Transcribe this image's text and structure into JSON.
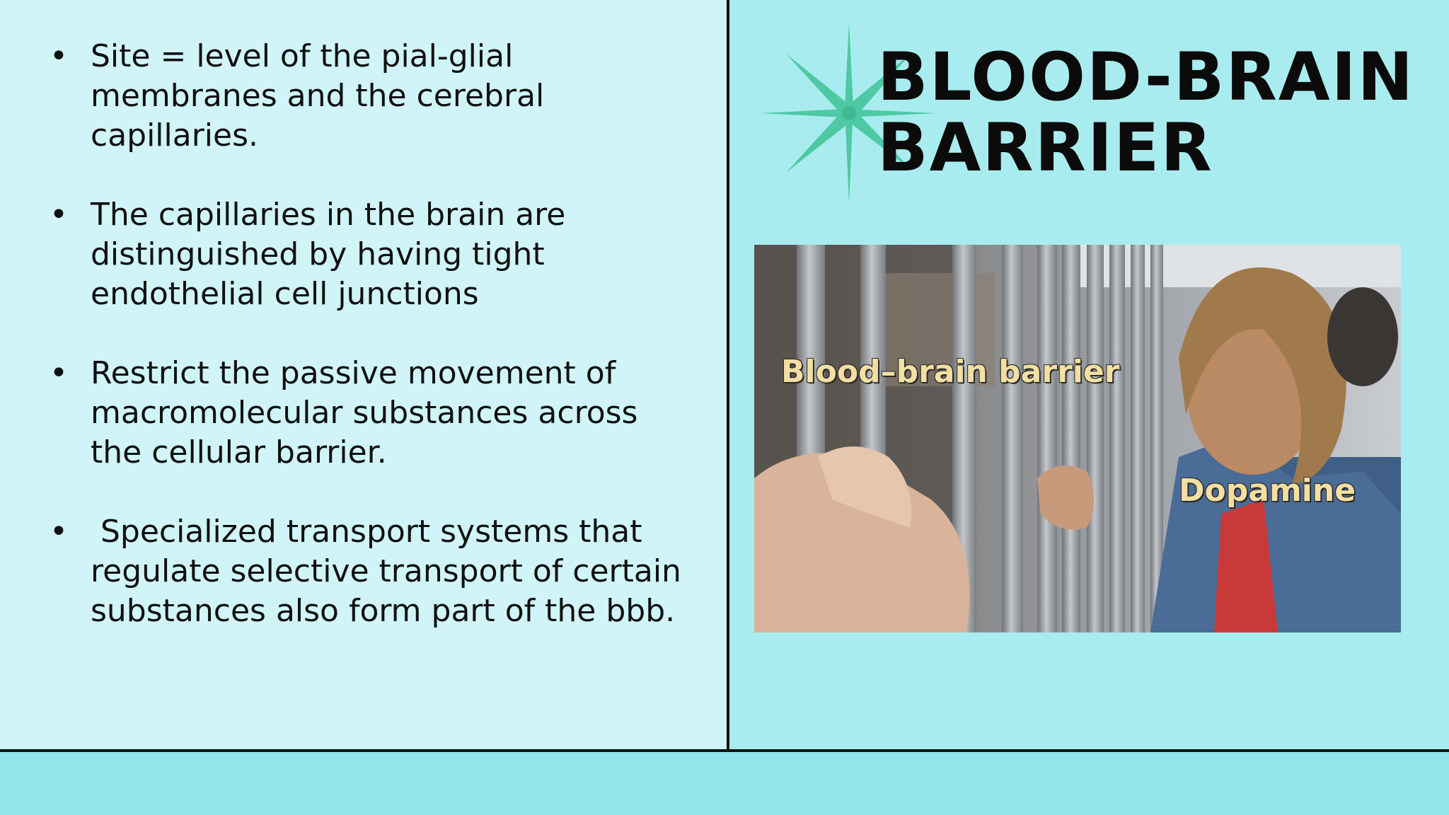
{
  "slide": {
    "title": "BLOOD-BRAIN\nBARRIER",
    "bullet_marker": "•",
    "bullets": [
      {
        "text": "Site = level of the pial-glial membranes and the cerebral capillaries."
      },
      {
        "text": "The capillaries in the brain are distinguished by having tight endothelial cell junctions"
      },
      {
        "text": "Restrict the passive movement of macromolecular substances across the cellular barrier."
      },
      {
        "text": " Specialized transport systems that regulate selective transport of certain substances also form part of the bbb."
      }
    ],
    "meme": {
      "label_barrier": "Blood–brain barrier",
      "label_person": "Dopamine"
    },
    "colors": {
      "left_panel": "#d0f4f7",
      "right_panel": "#a9ecef",
      "footer": "#92e5ea",
      "star": "#4fc8a4"
    },
    "icons": {
      "star": "sparkle-star-icon"
    }
  }
}
